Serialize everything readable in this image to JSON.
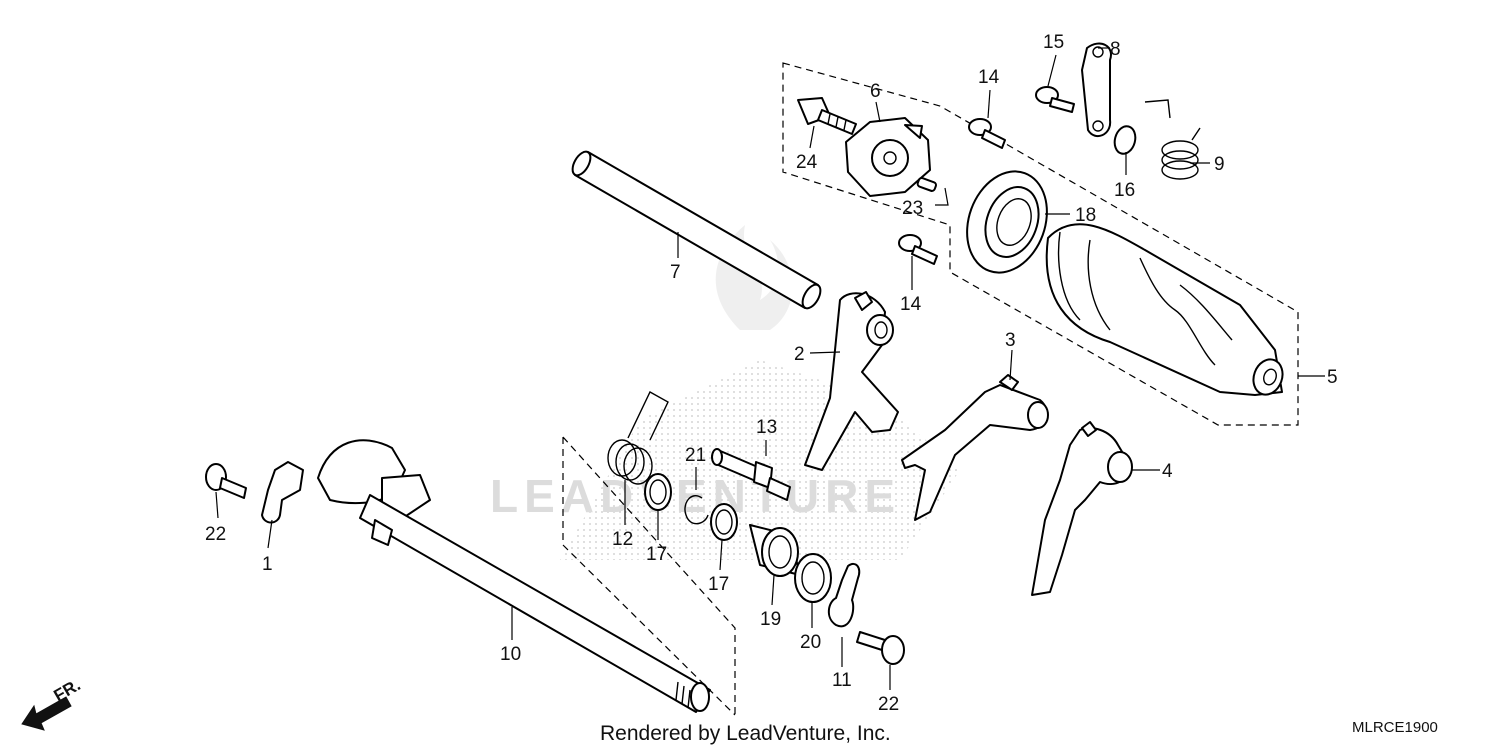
{
  "watermark": "LEADVENTURE",
  "footer_credit": "Rendered by LeadVenture, Inc.",
  "diagram_code": "MLRCE1900",
  "direction_label": "FR.",
  "callouts": {
    "c1": "1",
    "c2": "2",
    "c3": "3",
    "c4": "4",
    "c5": "5",
    "c6": "6",
    "c7": "7",
    "c8": "8",
    "c9": "9",
    "c10": "10",
    "c11": "11",
    "c12": "12",
    "c13": "13",
    "c14a": "14",
    "c14b": "14",
    "c15": "15",
    "c16": "16",
    "c17a": "17",
    "c17b": "17",
    "c18": "18",
    "c19": "19",
    "c20": "20",
    "c21": "21",
    "c22a": "22",
    "c22b": "22",
    "c23": "23",
    "c24": "24"
  }
}
